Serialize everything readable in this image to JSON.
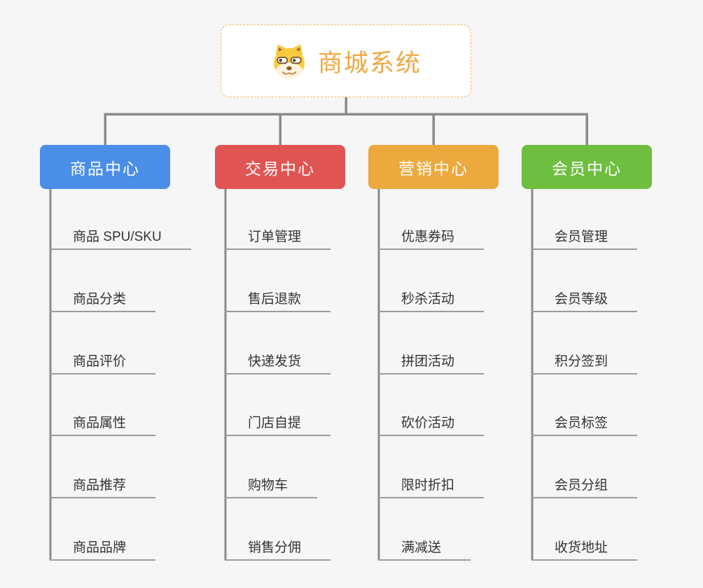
{
  "root": {
    "label": "商城系统",
    "accent_color": "#EFA843",
    "icon": "shiba-dog-icon"
  },
  "branches": [
    {
      "label": "商品中心",
      "color": "#4A8EE8",
      "children": [
        "商品 SPU/SKU",
        "商品分类",
        "商品评价",
        "商品属性",
        "商品推荐",
        "商品品牌"
      ]
    },
    {
      "label": "交易中心",
      "color": "#E05553",
      "children": [
        "订单管理",
        "售后退款",
        "快递发货",
        "门店自提",
        "购物车",
        "销售分佣"
      ]
    },
    {
      "label": "营销中心",
      "color": "#EBA93E",
      "children": [
        "优惠券码",
        "秒杀活动",
        "拼团活动",
        "砍价活动",
        "限时折扣",
        "满减送"
      ]
    },
    {
      "label": "会员中心",
      "color": "#6EBE3F",
      "children": [
        "会员管理",
        "会员等级",
        "积分签到",
        "会员标签",
        "会员分组",
        "收货地址"
      ]
    }
  ]
}
